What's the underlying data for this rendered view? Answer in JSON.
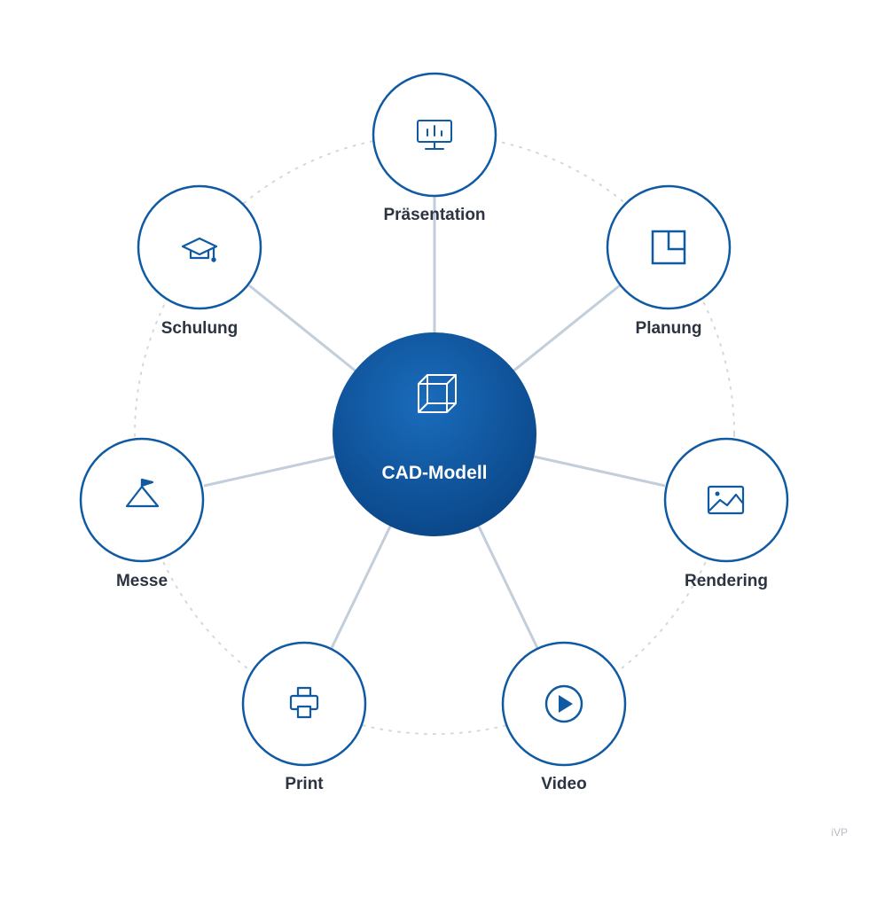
{
  "center": {
    "label": "CAD-Modell",
    "icon": "cube-wireframe-icon"
  },
  "nodes": [
    {
      "id": "praesentation",
      "label": "Präsentation",
      "icon": "presentation-monitor-icon"
    },
    {
      "id": "planung",
      "label": "Planung",
      "icon": "floor-plan-icon"
    },
    {
      "id": "rendering",
      "label": "Rendering",
      "icon": "image-icon"
    },
    {
      "id": "video",
      "label": "Video",
      "icon": "play-icon"
    },
    {
      "id": "print",
      "label": "Print",
      "icon": "printer-icon"
    },
    {
      "id": "messe",
      "label": "Messe",
      "icon": "trade-fair-flag-icon"
    },
    {
      "id": "schulung",
      "label": "Schulung",
      "icon": "graduation-cap-icon"
    }
  ],
  "watermark": "iVP",
  "colors": {
    "primary": "#0f5aa3",
    "primary_dark": "#0a4586",
    "connector": "#c3cedb",
    "orbit": "#d3d8de",
    "label": "#2b3440"
  }
}
